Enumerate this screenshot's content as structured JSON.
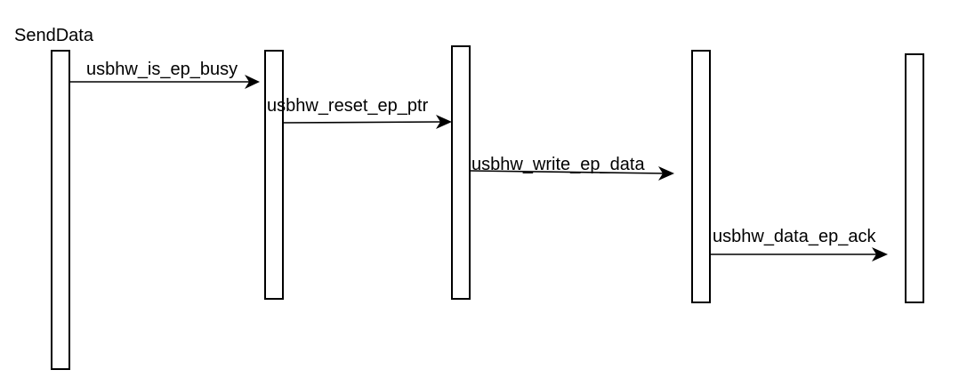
{
  "diagram": {
    "title": "SendData",
    "messages": [
      {
        "label": "usbhw_is_ep_busy"
      },
      {
        "label": "usbhw_reset_ep_ptr"
      },
      {
        "label": "usbhw_write_ep_data"
      },
      {
        "label": "usbhw_data_ep_ack"
      }
    ]
  },
  "colors": {
    "stroke": "#000000",
    "fill": "#ffffff"
  }
}
